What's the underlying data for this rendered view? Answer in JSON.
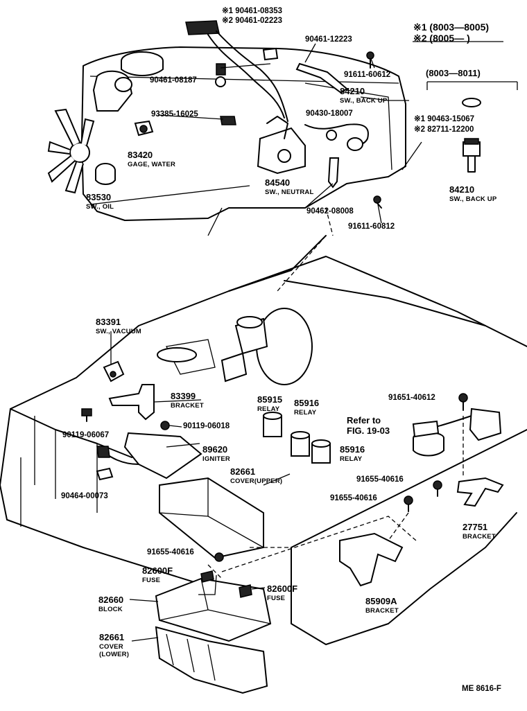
{
  "legend": {
    "line1": "※1 (8003—8005)",
    "line2": "※2 (8005—      )"
  },
  "range_label": "(8003—8011)",
  "sheet_id": "ME  8616-F",
  "labels": {
    "p90461_08353": "※1 90461-08353",
    "p90461_02223": "※2 90461-02223",
    "p90461_12223": "90461-12223",
    "p91611_60612": "91611-60612",
    "p90461_08187": "90461-08187",
    "p84210_top": "84210",
    "p84210_top_sub": "SW., BACK UP",
    "p90430_18007": "90430-18007",
    "p93385_16025": "93385-16025",
    "p83420": "83420",
    "p83420_sub": "GAGE, WATER",
    "p90463_15067": "※1 90463-15067",
    "p82711_12200": "※2 82711-12200",
    "p84210_right": "84210",
    "p84210_right_sub": "SW., BACK UP",
    "p84540": "84540",
    "p84540_sub": "SW., NEUTRAL",
    "p83530": "83530",
    "p83530_sub": "SW., OIL",
    "p90462_08008": "90462-08008",
    "p91611_60812": "91611-60812",
    "p83391": "83391",
    "p83391_sub": "SW., VACUUM",
    "p83399": "83399",
    "p83399_sub": "BRACKET",
    "p85915": "85915",
    "p85915_sub": "RELAY",
    "p85916a": "85916",
    "p85916a_sub": "RELAY",
    "p91651_40612": "91651-40612",
    "p90119_06018": "90119-06018",
    "p90119_06067": "90119-06067",
    "p89620": "89620",
    "p89620_sub": "IGNITER",
    "p85916b": "85916",
    "p85916b_sub": "RELAY",
    "refer_line1": "Refer to",
    "refer_line2": "FIG. 19-03",
    "p82661_upper": "82661",
    "p82661_upper_sub": "COVER(UPPER)",
    "p91655_40616a": "91655-40616",
    "p90464_00073": "90464-00073",
    "p91655_40616b": "91655-40616",
    "p27751": "27751",
    "p27751_sub": "BRACKET",
    "p91655_40616c": "91655-40616",
    "p82600f_a": "82600F",
    "p82600f_a_sub": "FUSE",
    "p82600f_b": "82600F",
    "p82600f_b_sub": "FUSE",
    "p82660": "82660",
    "p82660_sub": "BLOCK",
    "p85909a": "85909A",
    "p85909a_sub": "BRACKET",
    "p82661_lower": "82661",
    "p82661_lower_sub1": "COVER",
    "p82661_lower_sub2": "(LOWER)"
  }
}
